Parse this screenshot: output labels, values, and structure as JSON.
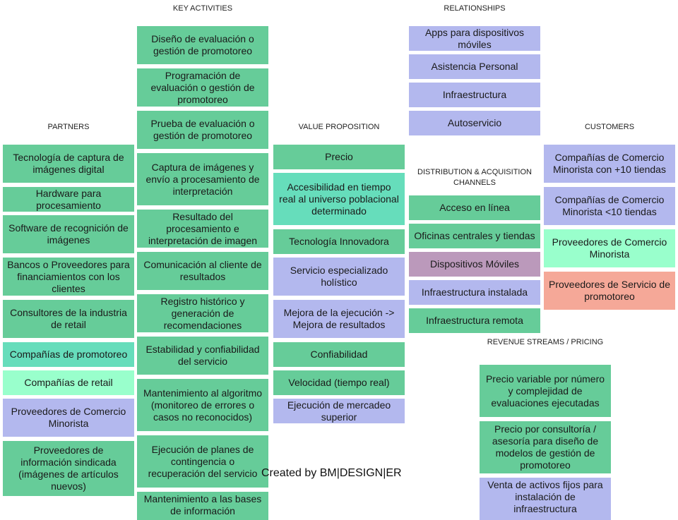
{
  "headers": {
    "key_activities": "KEY ACTIVITIES",
    "relationships": "RELATIONSHIPS",
    "partners": "PARTNERS",
    "value_proposition": "VALUE PROPOSITION",
    "customers": "CUSTOMERS",
    "distribution": "DISTRIBUTION & ACQUISITION CHANNELS",
    "revenue": "REVENUE STREAMS / PRICING"
  },
  "partners": [
    "Tecnología de captura de imágenes digital",
    "Hardware para procesamiento",
    "Software de recognición de imágenes",
    "Bancos o Proveedores para financiamientos con los clientes",
    "Consultores de la industria de retail",
    "Compañías de promotoreo",
    "Compañías de retail",
    "Proveedores de Comercio Minorista",
    "Proveedores de información sindicada (imágenes de artículos nuevos)"
  ],
  "key_activities": [
    "Diseño de evaluación o gestión de promotoreo",
    "Programación de evaluación o gestión de promotoreo",
    "Prueba de evaluación o gestión de promotoreo",
    "Captura de imágenes y envío a procesamiento de interpretación",
    "Resultado del procesamiento e interpretación de imagen",
    "Comunicación al cliente de resultados",
    "Registro histórico y generación de recomendaciones",
    "Estabilidad y confiabilidad del servicio",
    "Mantenimiento al algoritmo (monitoreo de errores o casos no reconocidos)",
    "Ejecución de planes de contingencia o recuperación del servicio",
    "Mantenimiento a las bases de información"
  ],
  "value_proposition": [
    "Precio",
    "Accesibilidad en tiempo real al universo poblacional determinado",
    "Tecnología Innovadora",
    "Servicio especializado holístico",
    "Mejora de la ejecución -> Mejora de resultados",
    "Confiabilidad",
    "Velocidad (tiempo real)",
    "Ejecución de mercadeo superior"
  ],
  "relationships": [
    "Apps para dispositivos móviles",
    "Asistencia Personal",
    "Infraestructura",
    "Autoservicio"
  ],
  "distribution": [
    "Acceso en línea",
    "Oficinas centrales y tiendas",
    "Dispositivos Móviles",
    "Infraestructura instalada",
    "Infraestructura remota"
  ],
  "customers": [
    "Compañías de Comercio Minorista con +10 tiendas",
    "Compañías de Comercio Minorista <10 tiendas",
    "Proveedores de Comercio Minorista",
    "Proveedores de Servicio de promotoreo"
  ],
  "revenue": [
    "Precio variable por número y complejidad de evaluaciones ejecutadas",
    "Precio por consultoría / asesoría para diseño de modelos de gestión de promotoreo",
    "Venta de activos fijos para instalación de infraestructura"
  ],
  "footer": "Created by BM|DESIGN|ER",
  "colors": {
    "green": "#66cc99",
    "teal": "#66ddbb",
    "light_green": "#99ffcc",
    "lavender": "#b3b8ee",
    "mauve": "#bb99bb",
    "salmon": "#f5a898"
  }
}
